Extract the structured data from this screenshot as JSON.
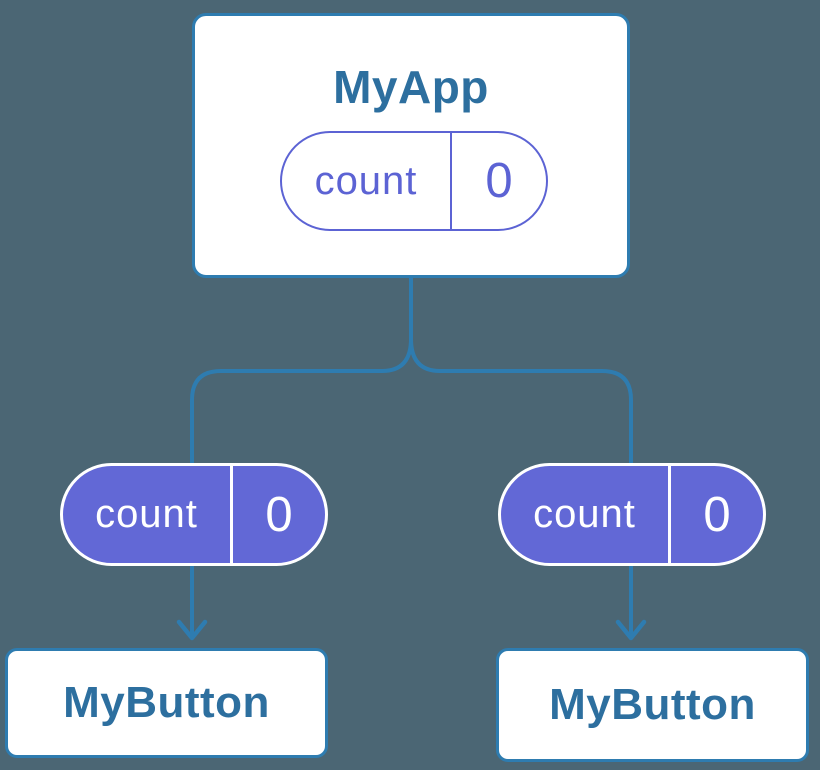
{
  "colors": {
    "background": "#4b6674",
    "connector_blue": "#2e7cb0",
    "card_background": "#ffffff",
    "card_border": "#2e7cb0",
    "component_label_blue": "#2d6f9f",
    "state_purple": "#6268d6",
    "state_outline_purple": "#5c63d4",
    "state_text_on_purple": "#ffffff"
  },
  "root": {
    "label": "MyApp",
    "state": {
      "name": "count",
      "value": "0"
    }
  },
  "children": [
    {
      "label": "MyButton",
      "state": {
        "name": "count",
        "value": "0"
      }
    },
    {
      "label": "MyButton",
      "state": {
        "name": "count",
        "value": "0"
      }
    }
  ]
}
